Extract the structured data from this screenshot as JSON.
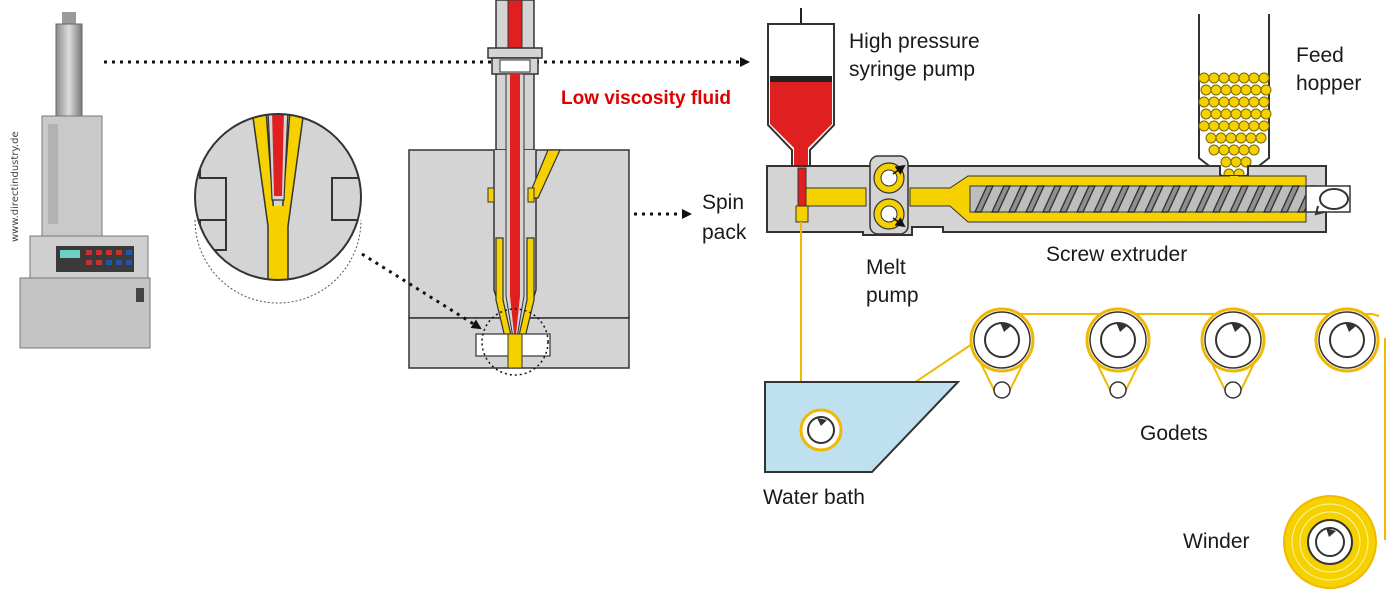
{
  "labels": {
    "watermark": "www.directindustry.de",
    "low_viscosity_fluid": "Low viscosity fluid",
    "syringe_pump_line1": "High pressure",
    "syringe_pump_line2": "syringe pump",
    "feed_hopper_line1": "Feed",
    "feed_hopper_line2": "hopper",
    "spin_pack_line1": "Spin",
    "spin_pack_line2": "pack",
    "melt_pump_line1": "Melt",
    "melt_pump_line2": "pump",
    "screw_extruder": "Screw extruder",
    "godets": "Godets",
    "water_bath": "Water bath",
    "winder": "Winder"
  },
  "colors": {
    "melt_yellow": "#f6d100",
    "fluid_red": "#e02020",
    "body_gray": "#d4d4d4",
    "outline": "#333333",
    "water_blue": "#bfe0ef",
    "label_red": "#e00000"
  },
  "icons": {
    "syringe_device": "syringe-pump-photo",
    "rotation": "rotation-arrow-icon"
  }
}
